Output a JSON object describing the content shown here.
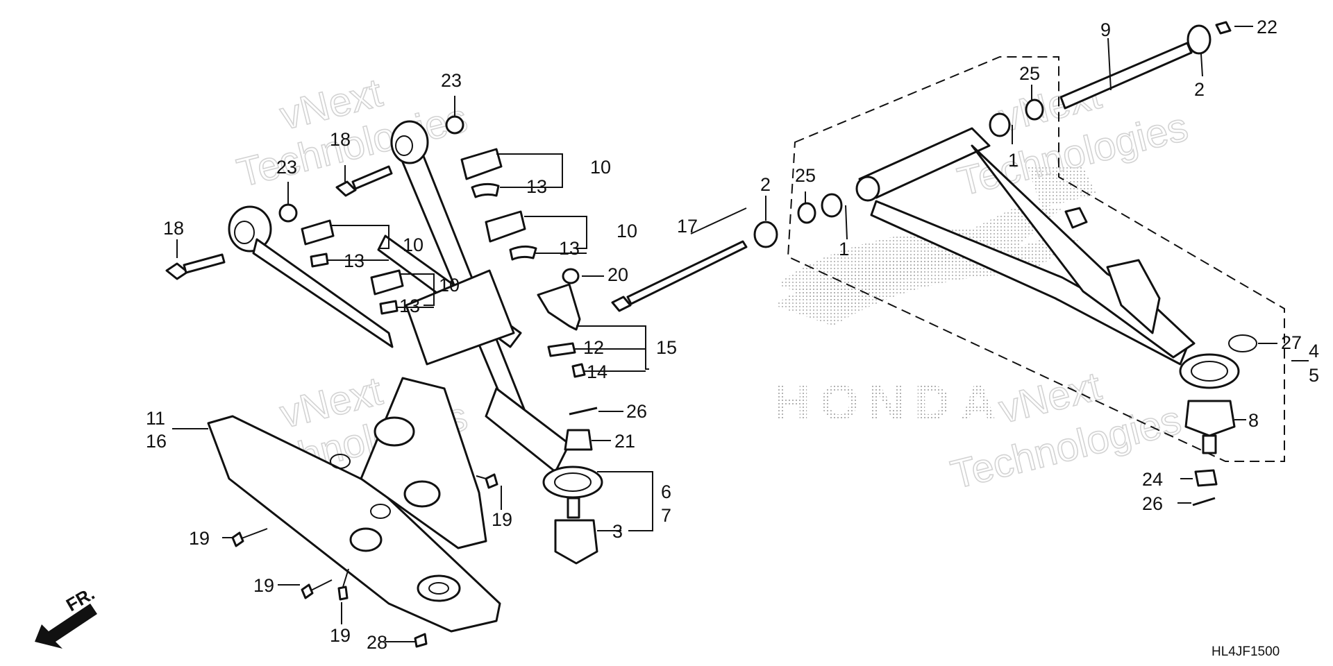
{
  "diagram": {
    "drawing_code": "HL4JF1500",
    "front_indicator": "FR.",
    "brand_watermark": "HONDA",
    "watermark_lines": [
      "vNext",
      "Technologies"
    ],
    "callouts": {
      "c1a": "1",
      "c1b": "1",
      "c2a": "2",
      "c2b": "2",
      "c3": "3",
      "c4": "4",
      "c5": "5",
      "c6": "6",
      "c7": "7",
      "c8": "8",
      "c9": "9",
      "c10a": "10",
      "c10b": "10",
      "c10c": "10",
      "c10d": "10",
      "c11": "11",
      "c12": "12",
      "c13a": "13",
      "c13b": "13",
      "c13c": "13",
      "c13d": "13",
      "c14": "14",
      "c15": "15",
      "c16": "16",
      "c17": "17",
      "c18a": "18",
      "c18b": "18",
      "c19a": "19",
      "c19b": "19",
      "c19c": "19",
      "c19d": "19",
      "c20": "20",
      "c21": "21",
      "c22": "22",
      "c23a": "23",
      "c23b": "23",
      "c24": "24",
      "c25a": "25",
      "c25b": "25",
      "c26a": "26",
      "c26b": "26",
      "c27": "27",
      "c28": "28"
    }
  }
}
